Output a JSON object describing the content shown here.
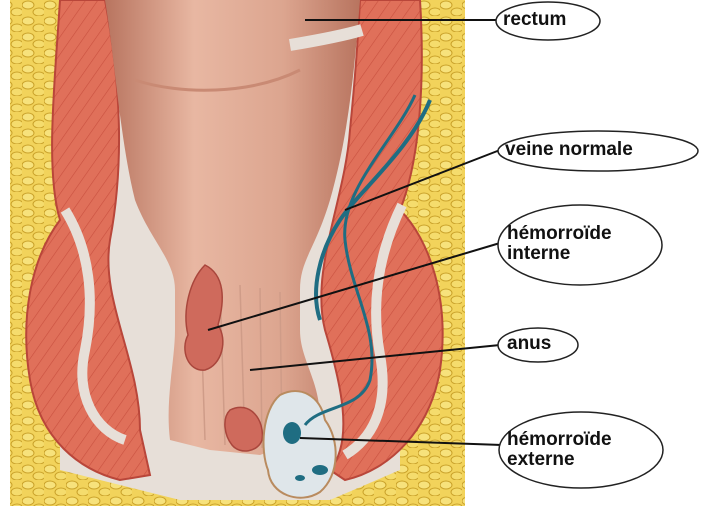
{
  "labels": {
    "rectum": "rectum",
    "veine_normale": "veine normale",
    "hemorroide_interne": [
      "hémorroïde",
      "interne"
    ],
    "anus": "anus",
    "hemorroide_externe": [
      "hémorroïde",
      "externe"
    ]
  },
  "colors": {
    "fat": "#f2d35b",
    "fat_line": "#caa22a",
    "muscle": "#e0705a",
    "muscle_line": "#b9463a",
    "mucosa": "#e7dfd8",
    "rectum_lumen": "#dca58f",
    "rectum_dark": "#b8745f",
    "vein": "#1f6d82",
    "hemorrhoid": "#cf6a5c",
    "leader_line": "#111111",
    "bubble_fill": "#ffffff",
    "bubble_stroke": "#222222"
  }
}
